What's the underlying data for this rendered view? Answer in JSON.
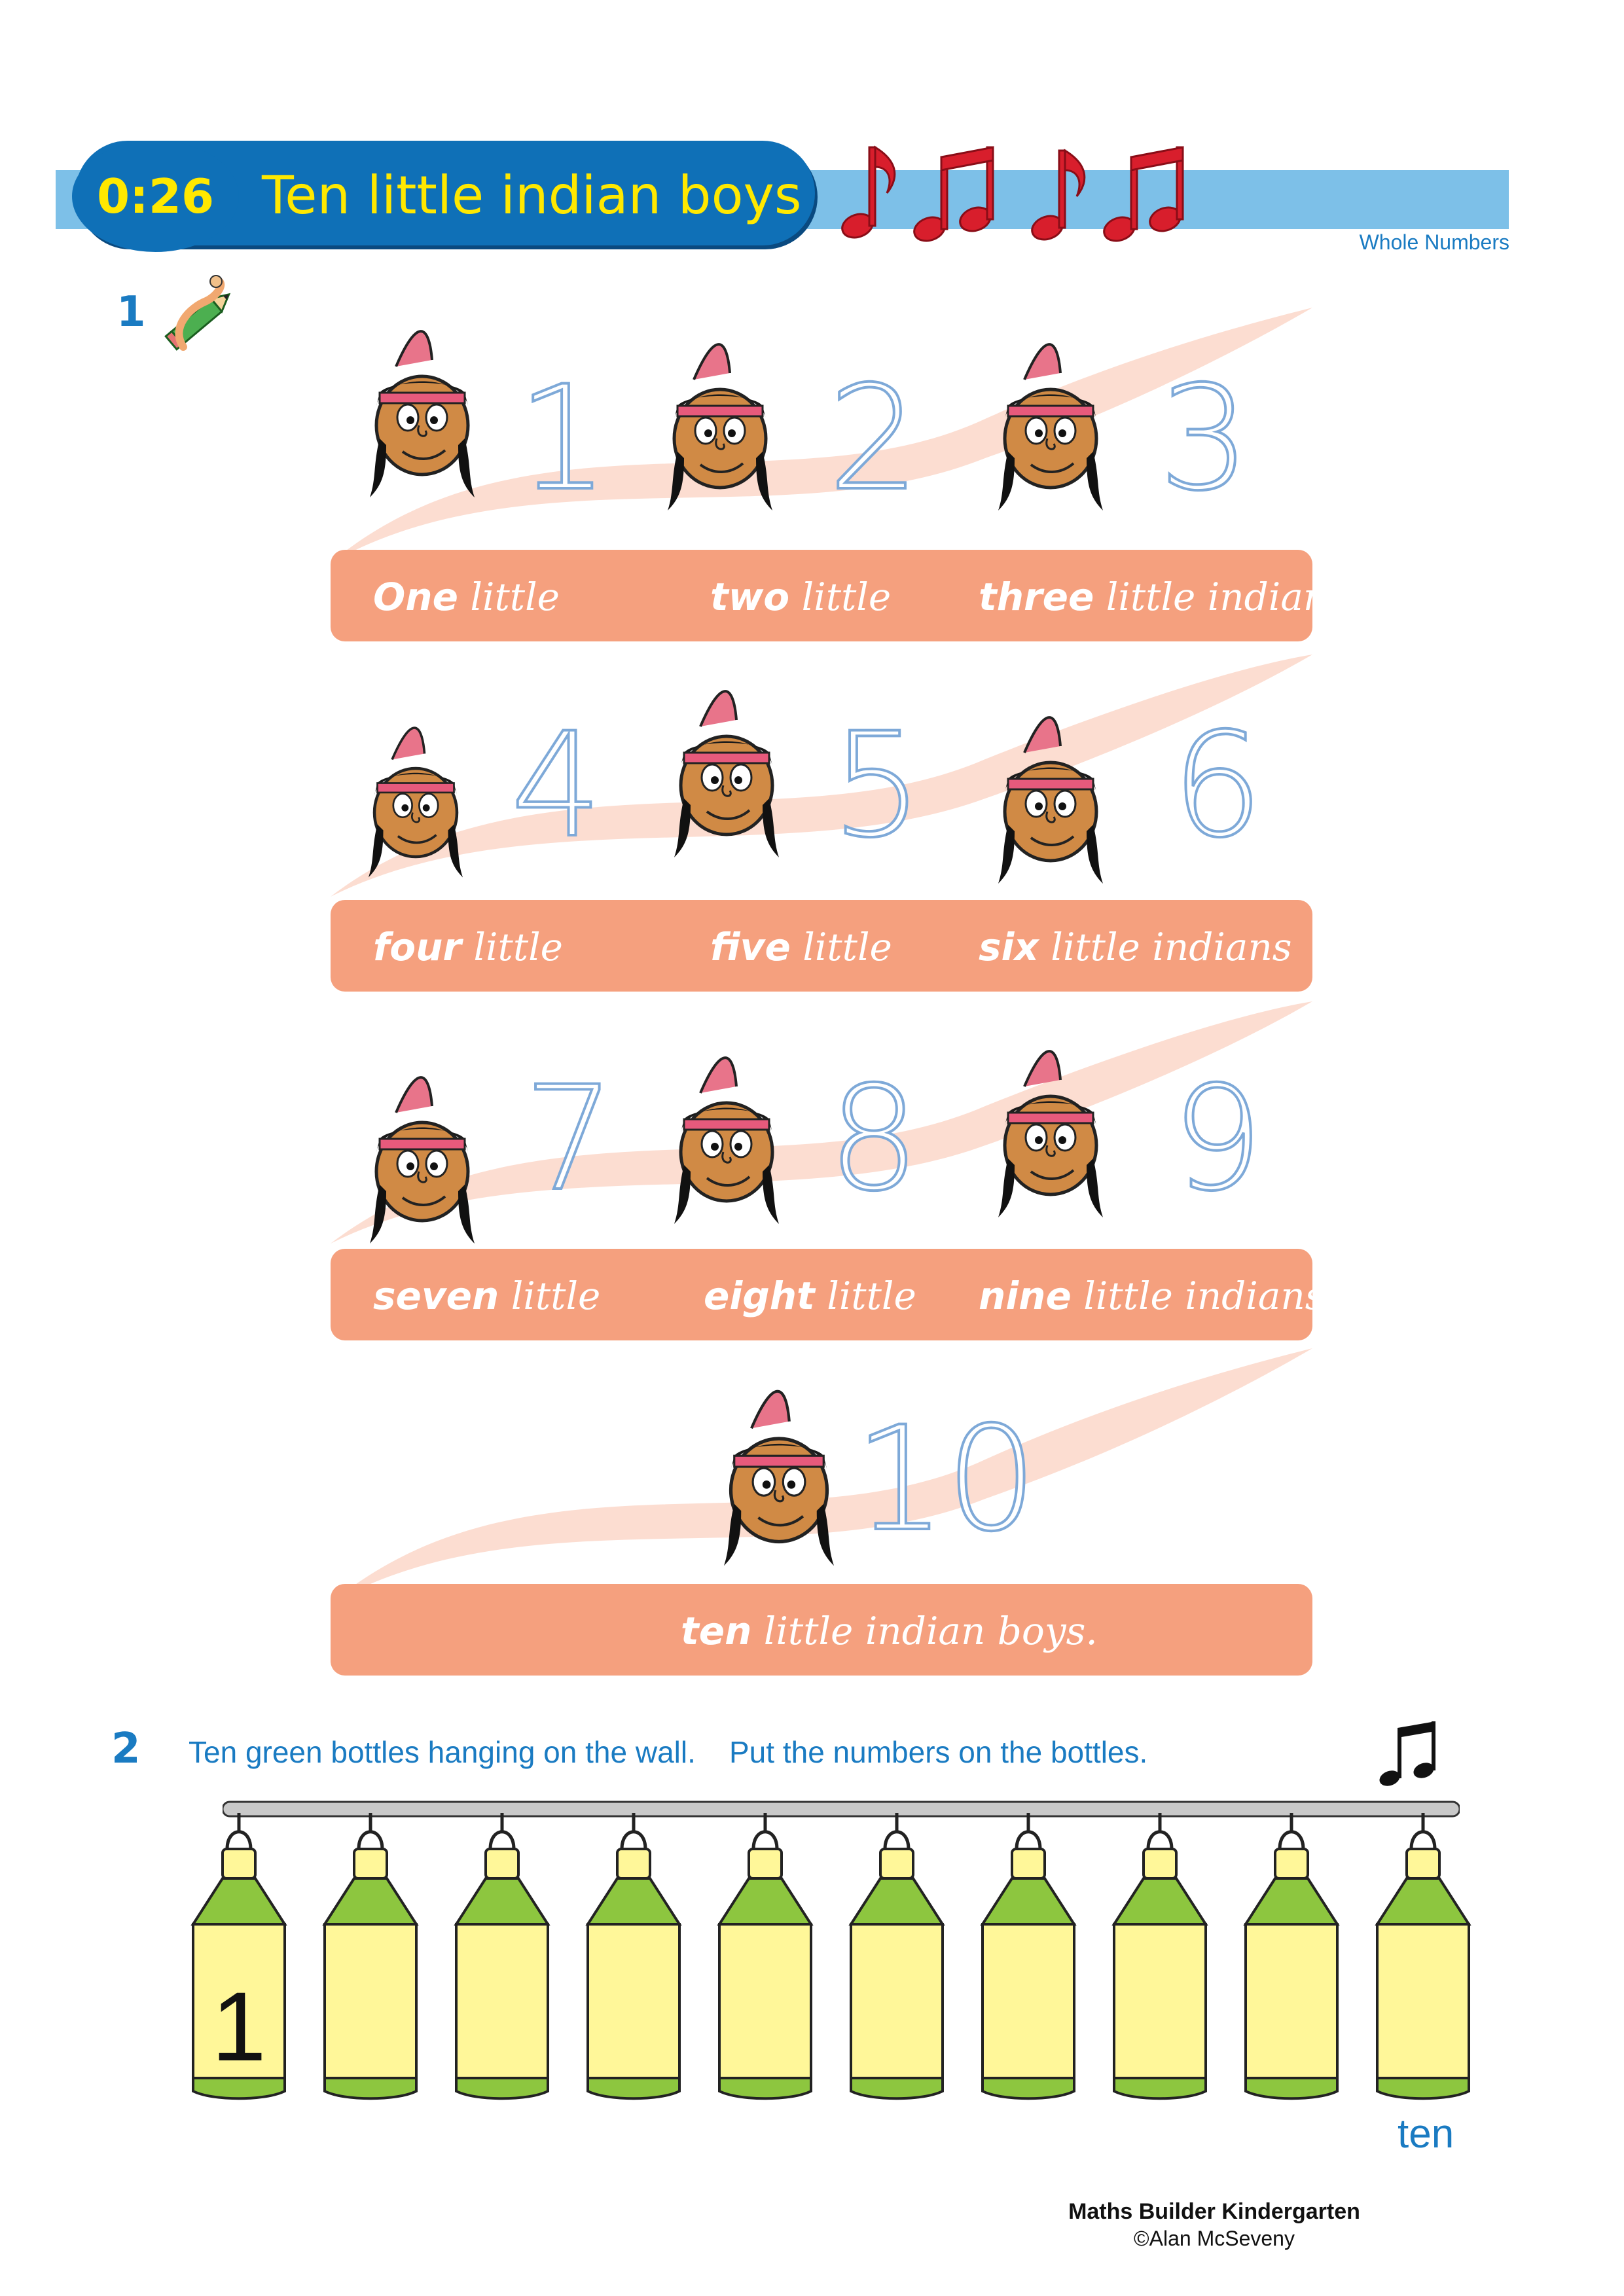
{
  "header": {
    "lesson_number": "0:26",
    "title": "Ten little indian boys",
    "topic": "Whole Numbers"
  },
  "question1": {
    "number": "1",
    "rows": [
      {
        "numbers": [
          "1",
          "2",
          "3"
        ],
        "phrases": [
          {
            "word": "One",
            "rest": "little"
          },
          {
            "word": "two",
            "rest": "little"
          },
          {
            "word": "three",
            "rest": "little indians"
          }
        ]
      },
      {
        "numbers": [
          "4",
          "5",
          "6"
        ],
        "phrases": [
          {
            "word": "four",
            "rest": "little"
          },
          {
            "word": "five",
            "rest": "little"
          },
          {
            "word": "six",
            "rest": "little indians"
          }
        ]
      },
      {
        "numbers": [
          "7",
          "8",
          "9"
        ],
        "phrases": [
          {
            "word": "seven",
            "rest": "little"
          },
          {
            "word": "eight",
            "rest": "little"
          },
          {
            "word": "nine",
            "rest": "little indians"
          }
        ]
      },
      {
        "numbers": [
          "10"
        ],
        "phrases": [
          {
            "word": "ten",
            "rest": "little indian boys."
          }
        ]
      }
    ]
  },
  "question2": {
    "number": "2",
    "instruction": "Ten green bottles hanging on the wall.    Put the numbers on the bottles.",
    "bottle_labels": [
      "1",
      "",
      "",
      "",
      "",
      "",
      "",
      "",
      "",
      ""
    ],
    "end_label": "ten"
  },
  "footer": {
    "book_title": "Maths Builder Kindergarten",
    "copyright": "©Alan McSeveny"
  },
  "colors": {
    "header_band": "#7dc0e8",
    "badge": "#0f70b7",
    "title_text": "#ffe800",
    "text_bar": "#f5a07e",
    "trace_dots": "#7ea9d8",
    "notes": "#d81e2c",
    "bottle_top": "#8dc63f",
    "bottle_body": "#fff799"
  },
  "icons": [
    "music-notes-icon",
    "pencil-worm-icon",
    "music-note-icon"
  ]
}
